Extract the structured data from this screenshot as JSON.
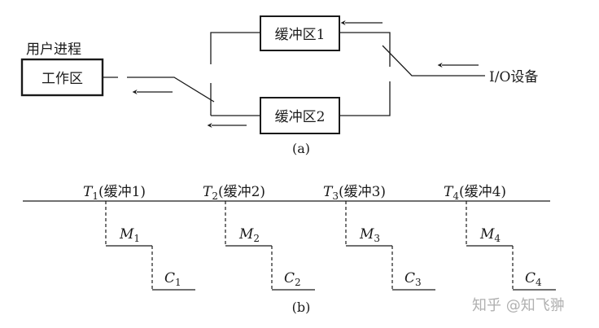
{
  "top": {
    "user_process_label": "用户进程",
    "work_area_label": "工作区",
    "buffer1_label": "缓冲区1",
    "buffer2_label": "缓冲区2",
    "io_device_label": "I/O设备",
    "caption": "(a)"
  },
  "bottom": {
    "phases": [
      {
        "t_letter": "T",
        "t_sub": "1",
        "t_text": "(缓冲1)",
        "m_letter": "M",
        "m_sub": "1",
        "c_letter": "C",
        "c_sub": "1"
      },
      {
        "t_letter": "T",
        "t_sub": "2",
        "t_text": "(缓冲2)",
        "m_letter": "M",
        "m_sub": "2",
        "c_letter": "C",
        "c_sub": "2"
      },
      {
        "t_letter": "T",
        "t_sub": "3",
        "t_text": "(缓冲3)",
        "m_letter": "M",
        "m_sub": "3",
        "c_letter": "C",
        "c_sub": "3"
      },
      {
        "t_letter": "T",
        "t_sub": "4",
        "t_text": "(缓冲4)",
        "m_letter": "M",
        "m_sub": "4",
        "c_letter": "C",
        "c_sub": "4"
      }
    ],
    "caption": "(b)"
  },
  "watermark": "知乎 @知飞翀",
  "colors": {
    "ink": "#1a1a1a",
    "watermark": "#b0b0b0"
  }
}
